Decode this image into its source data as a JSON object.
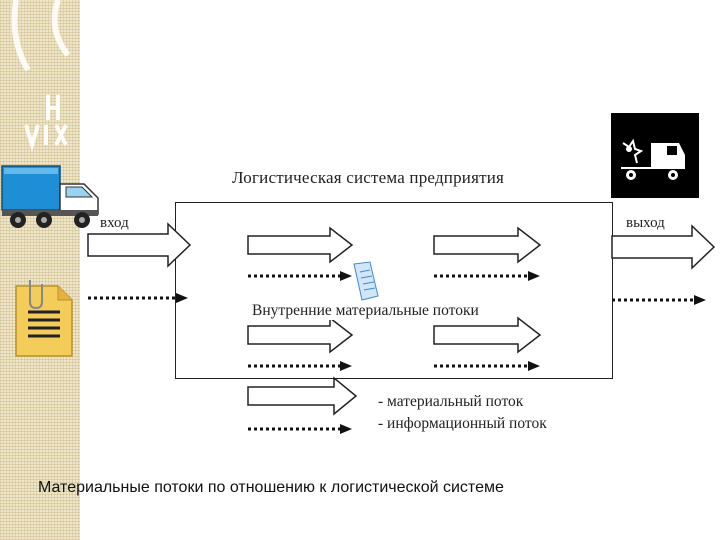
{
  "diagram": {
    "system_title": "Логистическая система предприятия",
    "input_label": "вход",
    "output_label": "выход",
    "internal_flows_label": "Внутренние материальные потоки",
    "legend": {
      "material_flow": "- материальный поток",
      "information_flow": "- информационный поток"
    },
    "caption": "Материальные потоки по отношению к логистической системе"
  },
  "icons": {
    "input_vehicle": "blue-truck-icon",
    "input_document": "document-icon",
    "output_vehicle": "truck-silhouette-icon",
    "internal_document": "document-icon",
    "decor_logo": "university-logo-icon"
  },
  "colors": {
    "box_border": "#222222",
    "arrow_stroke": "#222222",
    "dotted_line": "#111111",
    "side_pattern": "#efe6c9",
    "truck_blue": "#1e8fd6",
    "document_yellow": "#f3cc5a"
  }
}
